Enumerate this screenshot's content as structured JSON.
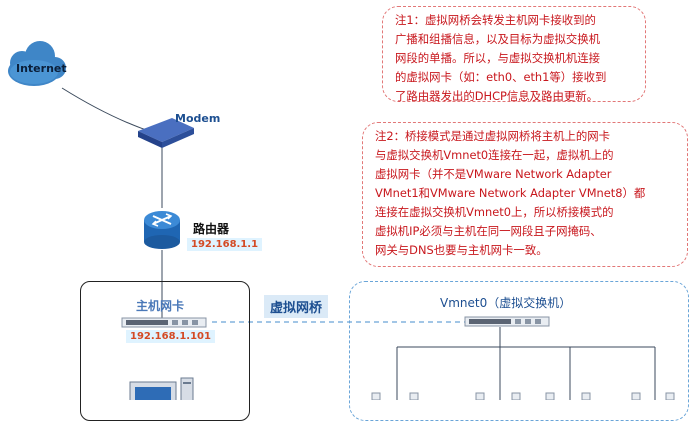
{
  "labels": {
    "internet": "Internet",
    "modem": "Modem",
    "router": "路由器",
    "router_ip": "192.168.1.1",
    "host_nic": "主机网卡",
    "host_ip": "192.168.1.101",
    "bridge": "虚拟网桥",
    "vmnet0": "Vmnet0（虚拟交换机）"
  },
  "notes": {
    "note1": "注1：虚拟网桥会转发主机网卡接收到的\n广播和组播信息，以及目标为虚拟交换机\n网段的单播。所以，与虚拟交换机机连接\n的虚拟网卡（如：eth0、eth1等）接收到\n了路由器发出的DHCP信息及路由更新。",
    "note2": "注2：桥接模式是通过虚拟网桥将主机上的网卡\n与虚拟交换机Vmnet0连接在一起，虚拟机上的\n虚拟网卡（并不是VMware Network Adapter\nVMnet1和VMware Network Adapter VMnet8）都\n连接在虚拟交换机Vmnet0上，所以桥接模式的\n虚拟机IP必须与主机在同一网段且子网掩码、\n网关与DNS也要与主机网卡一致。"
  },
  "colors": {
    "wire": "#3b4a5c",
    "cloud": "#3f86c7",
    "device_blue": "#2d4f9a",
    "note_red": "#c8171d",
    "bridge_dash": "#6aa5d8",
    "label_blue": "#1d4f91",
    "ip_bg": "#dff3ff",
    "ip_text": "#d44a24"
  },
  "icons": [
    "cloud-icon",
    "modem-icon",
    "router-icon",
    "switch-icon",
    "computer-icon"
  ]
}
